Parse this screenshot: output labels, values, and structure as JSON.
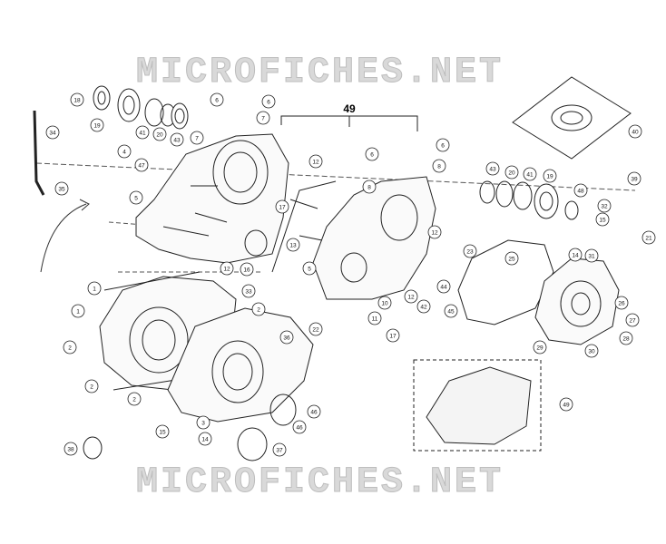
{
  "watermark": {
    "top": "MICROFICHES.NET",
    "bottom": "MICROFICHES.NET"
  },
  "assembly_ref": "49",
  "callouts": [
    {
      "n": "18"
    },
    {
      "n": "19"
    },
    {
      "n": "41"
    },
    {
      "n": "20"
    },
    {
      "n": "43"
    },
    {
      "n": "6"
    },
    {
      "n": "6"
    },
    {
      "n": "7"
    },
    {
      "n": "7"
    },
    {
      "n": "34"
    },
    {
      "n": "4"
    },
    {
      "n": "47"
    },
    {
      "n": "35"
    },
    {
      "n": "5"
    },
    {
      "n": "12"
    },
    {
      "n": "6"
    },
    {
      "n": "6"
    },
    {
      "n": "8"
    },
    {
      "n": "8"
    },
    {
      "n": "43"
    },
    {
      "n": "20"
    },
    {
      "n": "41"
    },
    {
      "n": "19"
    },
    {
      "n": "48"
    },
    {
      "n": "40"
    },
    {
      "n": "16"
    },
    {
      "n": "17"
    },
    {
      "n": "13"
    },
    {
      "n": "12"
    },
    {
      "n": "12"
    },
    {
      "n": "23"
    },
    {
      "n": "25"
    },
    {
      "n": "39"
    },
    {
      "n": "32"
    },
    {
      "n": "15"
    },
    {
      "n": "21"
    },
    {
      "n": "31"
    },
    {
      "n": "14"
    },
    {
      "n": "33"
    },
    {
      "n": "5"
    },
    {
      "n": "10"
    },
    {
      "n": "12"
    },
    {
      "n": "44"
    },
    {
      "n": "42"
    },
    {
      "n": "45"
    },
    {
      "n": "1"
    },
    {
      "n": "1"
    },
    {
      "n": "2"
    },
    {
      "n": "36"
    },
    {
      "n": "22"
    },
    {
      "n": "11"
    },
    {
      "n": "17"
    },
    {
      "n": "46"
    },
    {
      "n": "26"
    },
    {
      "n": "27"
    },
    {
      "n": "28"
    },
    {
      "n": "29"
    },
    {
      "n": "30"
    },
    {
      "n": "2"
    },
    {
      "n": "2"
    },
    {
      "n": "2"
    },
    {
      "n": "3"
    },
    {
      "n": "15"
    },
    {
      "n": "14"
    },
    {
      "n": "46"
    },
    {
      "n": "37"
    },
    {
      "n": "38"
    },
    {
      "n": "49"
    }
  ]
}
